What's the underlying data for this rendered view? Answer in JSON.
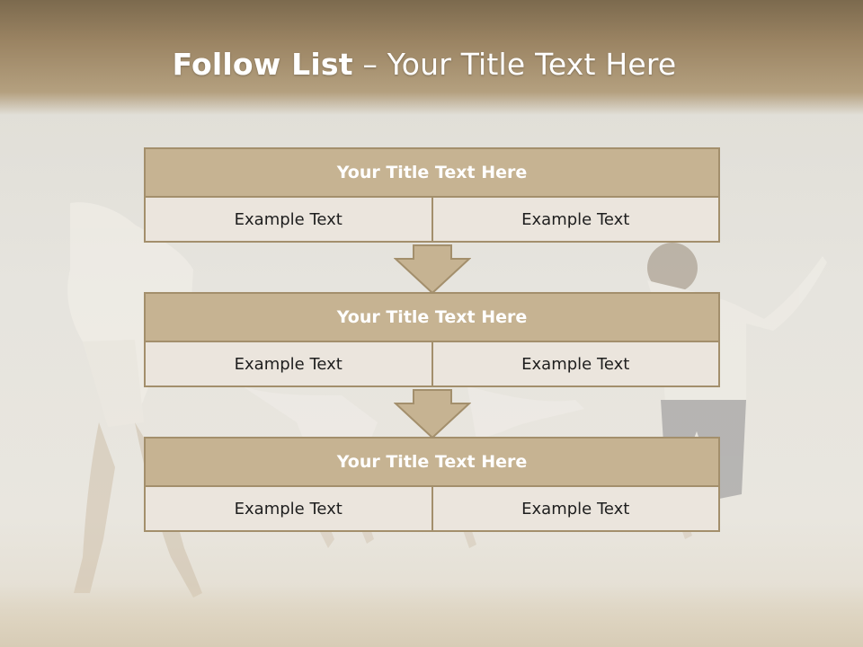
{
  "slide": {
    "title_bold": "Follow List",
    "title_rest": " – Your Title Text Here"
  },
  "blocks": [
    {
      "title": "Your Title Text Here",
      "left": "Example Text",
      "right": "Example Text"
    },
    {
      "title": "Your Title Text Here",
      "left": "Example Text",
      "right": "Example Text"
    },
    {
      "title": "Your Title Text Here",
      "left": "Example Text",
      "right": "Example Text"
    }
  ],
  "colors": {
    "header": "#9a8362",
    "block_head": "#c6b392",
    "block_border": "#a38f6c",
    "cell": "#ebe5dd"
  },
  "icons": [
    "down-arrow-icon"
  ]
}
